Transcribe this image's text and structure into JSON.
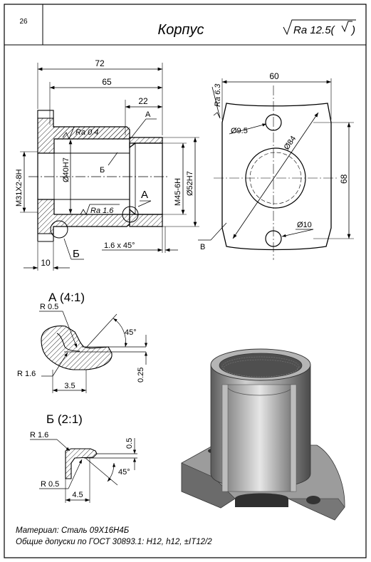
{
  "sheet": {
    "page_number": "26",
    "title": "Корпус",
    "roughness_general": "Ra 12.5(",
    "roughness_general_check": "√",
    "roughness_general_close": ")"
  },
  "section_view": {
    "dim_overall": "72",
    "dim_body": "65",
    "dim_thread_len": "22",
    "dim_flange": "10",
    "dim_chamfer": "1.6 x 45°",
    "thread_outer": "M31X2-8H",
    "bore": "Ø40H7",
    "thread_inner": "M45-6H",
    "counterbore": "Ø52H7",
    "roughness_top": "Ra 0.4",
    "roughness_bottom": "Ra 1.6",
    "label_A_small": "А",
    "label_A": "А",
    "label_B_small": "Б",
    "label_B": "Б"
  },
  "end_view": {
    "dim_width": "60",
    "dim_height": "68",
    "roughness": "Ra 6.3",
    "hole_small": "Ø9.5",
    "pcd": "Ø84",
    "hole_bottom": "Ø10",
    "label_B": "В"
  },
  "detail_A": {
    "title": "А (4:1)",
    "r_top": "R 0.5",
    "r_bottom": "R 1.6",
    "angle": "45°",
    "depth": "0.25",
    "length": "3.5"
  },
  "detail_B": {
    "title": "Б (2:1)",
    "r_top": "R 1.6",
    "r_bottom": "R 0.5",
    "angle": "45°",
    "depth": "0.5",
    "length": "4.5"
  },
  "notes": {
    "material": "Материал: Сталь 09Х16Н4Б",
    "tolerances": "Общие допуски по ГОСТ 30893.1: H12, h12, ±IT12/2"
  }
}
